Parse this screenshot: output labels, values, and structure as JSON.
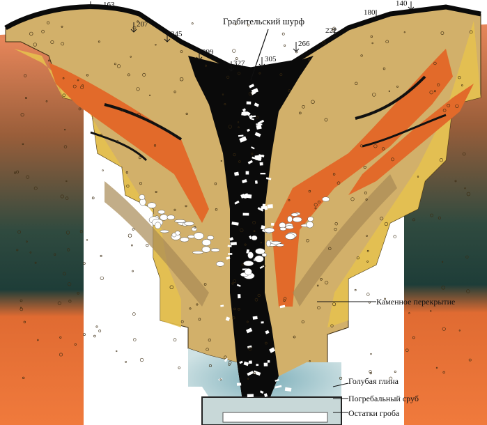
{
  "title": "Грабительский шурф",
  "depth_labels": [
    "163",
    "207",
    "245",
    "299",
    "327",
    "305",
    "266",
    "222",
    "180",
    "140"
  ],
  "annotations": {
    "stone_cover": "Каменное перекрытие",
    "blue_clay": "Голубая глина",
    "burial_frame": "Погребальный сруб",
    "coffin_remains": "Остатки гроба"
  },
  "colors": {
    "ground_orange": "#e07a3c",
    "ground_dark": "#1f4a42",
    "fill_tan": "#d2b06a",
    "fill_yellow": "#e6c24e",
    "layer_orange": "#e26a2a",
    "shaft_black": "#0a0a0a",
    "clay_blue": "#a7c9cf"
  },
  "icons": [
    "arrow-down-icon",
    "leader-line-icon"
  ]
}
